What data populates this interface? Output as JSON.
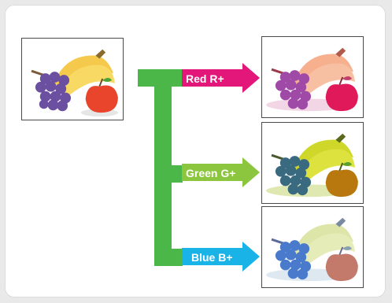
{
  "colors": {
    "background": "#e9e9e9",
    "panel": "#ffffff",
    "connector": "#4bb749",
    "red": "#e3177a",
    "green": "#8cc63f",
    "blue": "#1ab3e8"
  },
  "source_image": {
    "name": "original-fruit-photo",
    "icons": [
      "grapes-icon",
      "bananas-icon",
      "apple-icon"
    ]
  },
  "outputs": [
    {
      "label": "Red R+",
      "color": "#e3177a",
      "tint": "red"
    },
    {
      "label": "Green G+",
      "color": "#8cc63f",
      "tint": "green"
    },
    {
      "label": "Blue B+",
      "color": "#1ab3e8",
      "tint": "blue"
    }
  ]
}
